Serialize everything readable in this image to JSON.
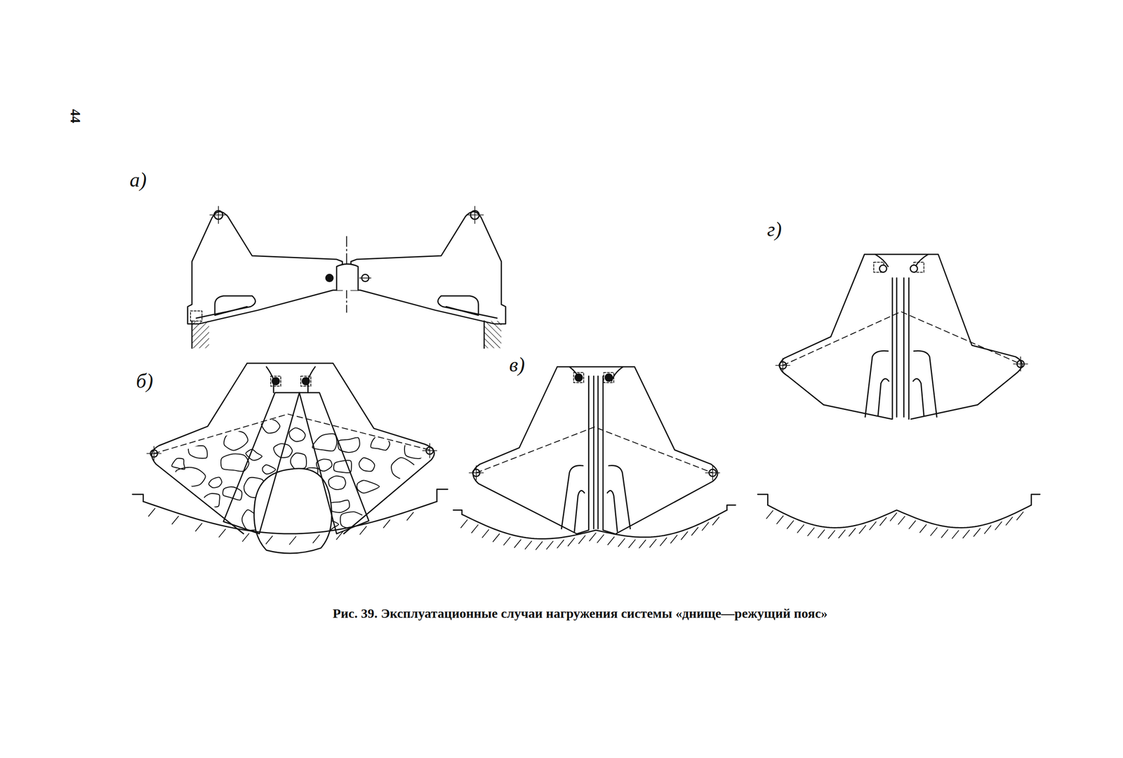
{
  "diagram": {
    "caption": "Рис. 39. Эксплуатационные случаи нагружения системы «днище—режущий пояс»",
    "labels": [
      "44",
      "а)",
      "б)",
      "в)",
      "г)"
    ]
  }
}
